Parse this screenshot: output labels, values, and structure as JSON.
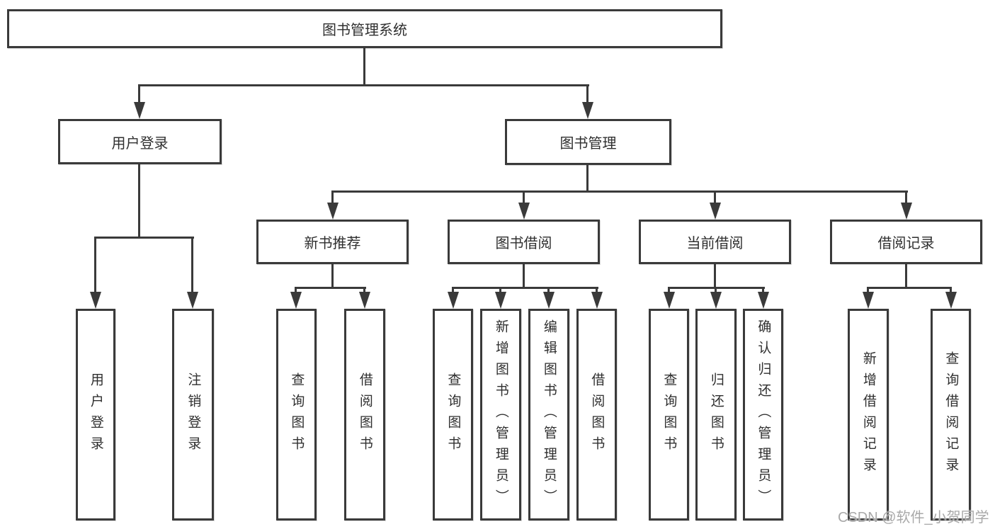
{
  "colors": {
    "line": "#3a3a3a",
    "text": "#2f2f2f",
    "box_background": "#ffffff",
    "watermark": "#a9a9a9"
  },
  "watermark": "CSDN @软件_小贺同学",
  "tree": {
    "root": "图书管理系统",
    "level2": [
      "用户登录",
      "图书管理"
    ],
    "level3": [
      "新书推荐",
      "图书借阅",
      "当前借阅",
      "借阅记录"
    ],
    "leaves": {
      "user_login": [
        "用户登录",
        "注销登录"
      ],
      "new_book_recommend": [
        "查询图书",
        "借阅图书"
      ],
      "book_borrowing": [
        "查询图书",
        "新增图书（管理员）",
        "编辑图书（管理员）",
        "借阅图书"
      ],
      "current_borrowing": [
        "查询图书",
        "归还图书",
        "确认归还（管理员）"
      ],
      "borrow_records": [
        "新增借阅记录",
        "查询借阅记录"
      ]
    }
  }
}
